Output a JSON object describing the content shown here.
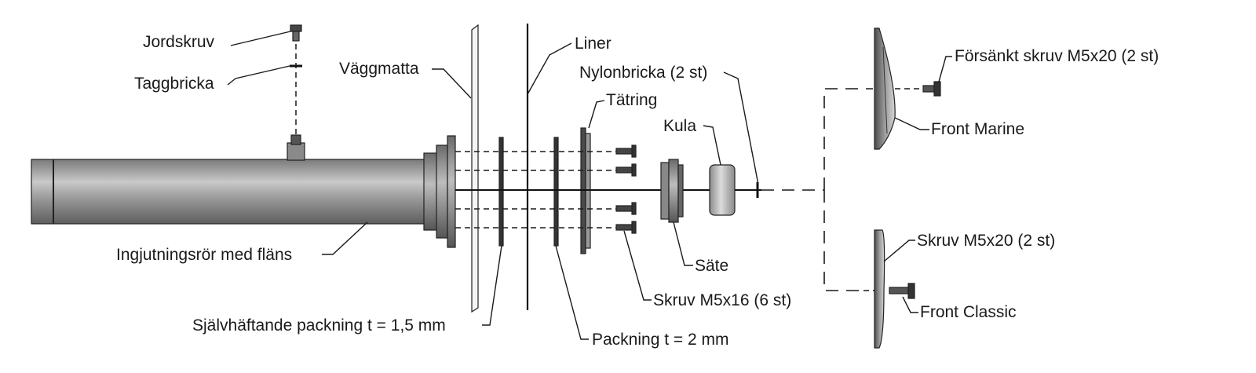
{
  "labels": {
    "jordskruv": "Jordskruv",
    "taggbricka": "Taggbricka",
    "vaggmatta": "Väggmatta",
    "liner": "Liner",
    "nylonbricka": "Nylonbricka (2 st)",
    "tatring": "Tätring",
    "kula": "Kula",
    "forsankt_skruv": "Försänkt skruv M5x20 (2 st)",
    "front_marine": "Front Marine",
    "skruv_m5x20": "Skruv M5x20 (2 st)",
    "sate": "Säte",
    "skruv_m5x16": "Skruv M5x16 (6 st)",
    "front_classic": "Front Classic",
    "ingjutningsror": "Ingjutningsrör med fläns",
    "sjalvhaftande": "Självhäftande packning t = 1,5 mm",
    "packning": "Packning t = 2 mm"
  },
  "colors": {
    "metal_dark": "#6f6f6f",
    "metal_mid": "#a8a8a8",
    "metal_light": "#d6d6d6",
    "line": "#1a1a1a"
  }
}
